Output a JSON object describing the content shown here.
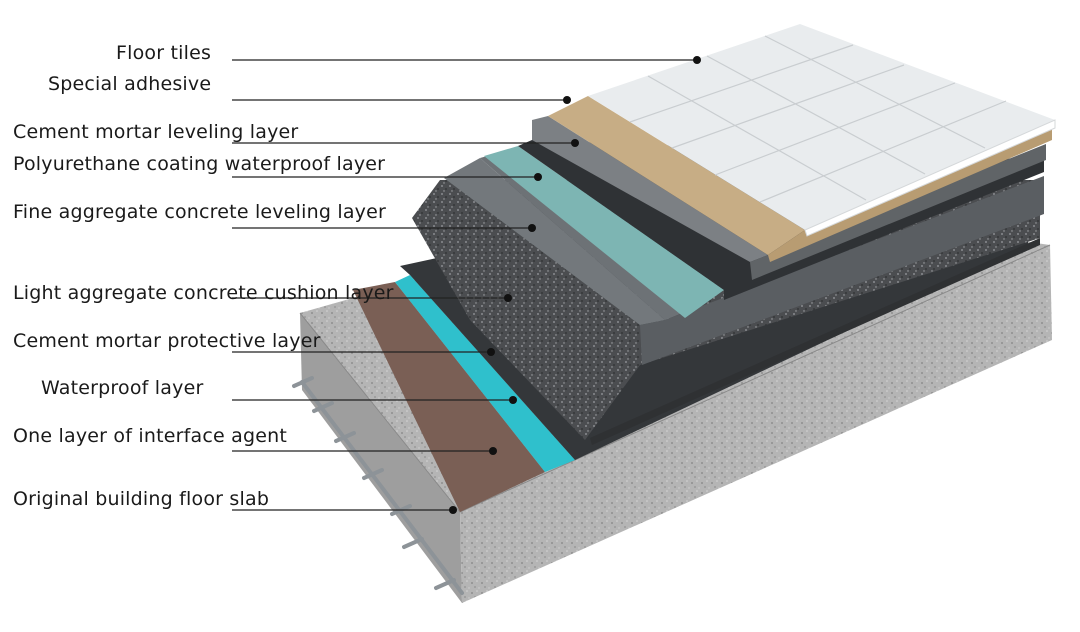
{
  "labels": [
    {
      "id": "floor-tiles",
      "text": "Floor tiles"
    },
    {
      "id": "special-adhesive",
      "text": "Special adhesive"
    },
    {
      "id": "cement-mortar-leveling",
      "text": "Cement mortar leveling layer"
    },
    {
      "id": "polyurethane-coating",
      "text": "Polyurethane coating waterproof layer"
    },
    {
      "id": "fine-aggregate-concrete",
      "text": "Fine aggregate concrete leveling layer"
    },
    {
      "id": "light-aggregate-concrete",
      "text": "Light aggregate concrete cushion layer"
    },
    {
      "id": "cement-mortar-protective",
      "text": "Cement mortar protective layer"
    },
    {
      "id": "waterproof-layer",
      "text": "Waterproof layer"
    },
    {
      "id": "interface-agent",
      "text": "One layer of interface agent"
    },
    {
      "id": "original-floor-slab",
      "text": "Original building floor slab"
    }
  ],
  "colors": {
    "slab": "#b9b9b9",
    "interface_agent": "#7a5f55",
    "waterproof": "#2fc0cc",
    "protective": "#3a3d40",
    "cushion": "#4b4d50",
    "fine_concrete": "#6d7276",
    "polyurethane": "#7db5b3",
    "leveling_mortar": "#7c8084",
    "adhesive": "#c7ad85",
    "tiles": "#e9ecee",
    "leader_line": "#222222"
  }
}
